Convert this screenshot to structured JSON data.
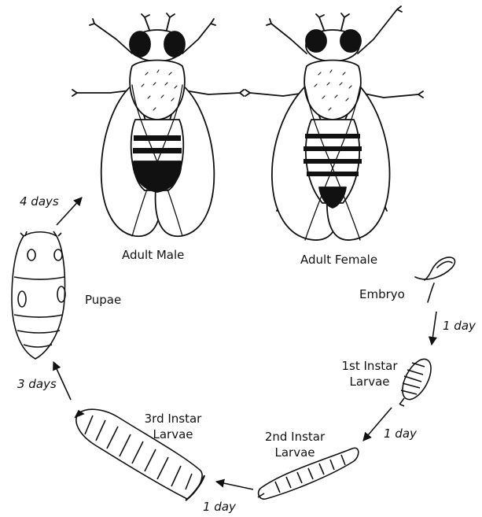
{
  "stages": {
    "adult_male": "Adult Male",
    "adult_female": "Adult Female",
    "embryo": "Embryo",
    "first_instar": [
      "1st Instar",
      "Larvae"
    ],
    "second_instar": [
      "2nd Instar",
      "Larvae"
    ],
    "third_instar": [
      "3rd Instar",
      "Larvae"
    ],
    "pupae": "Pupae"
  },
  "durations": {
    "embryo_to_first": "1 day",
    "first_to_second": "1 day",
    "second_to_third": "1 day",
    "third_to_pupae": "3 days",
    "pupae_to_adult": "4 days"
  }
}
